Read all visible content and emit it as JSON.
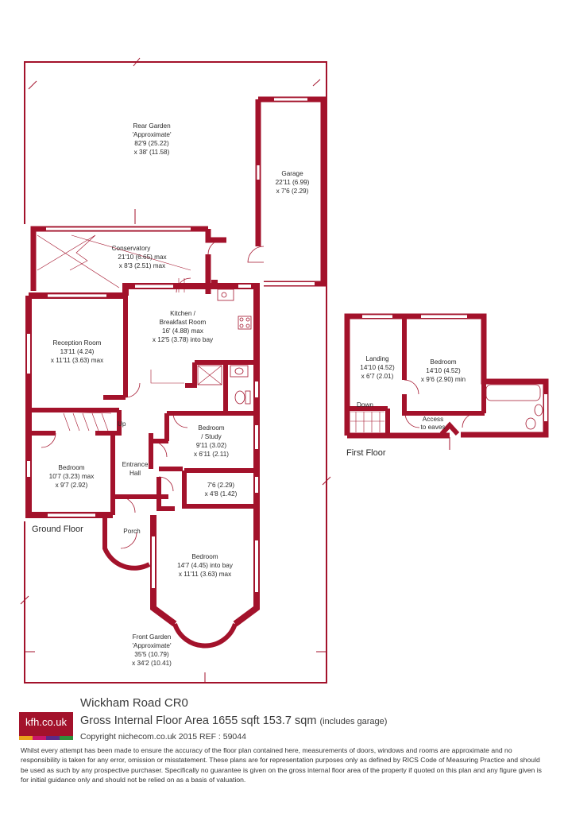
{
  "property": {
    "address": "Wickham Road CR0",
    "gia_main": "Gross Internal Floor Area 1655 sqft 153.7 sqm",
    "gia_note": "(includes garage)",
    "copyright": "Copyright nichecom.co.uk 2015 REF : 59044",
    "logo_text": "kfh.co.uk",
    "disclaimer": "Whilst every attempt has been made to ensure the accuracy of the floor plan contained here, measurements of doors, windows and rooms are approximate and no responsibility is taken for any error, omission or misstatement.  These plans are for representation purposes only as defined by RICS Code of Measuring Practice and should be used as such by any prospective purchaser.  Specifically no guarantee is given on the gross internal floor area of the property if quoted on this plan and any figure given is for initial guidance only and should not be relied on as a basis of valuation."
  },
  "colors": {
    "wall": "#a3122b",
    "logo_bars": [
      "#e9a21b",
      "#c9176a",
      "#5b2a86",
      "#2f8f3a"
    ]
  },
  "floors": {
    "ground": "Ground Floor",
    "first": "First Floor"
  },
  "rooms": {
    "rear_garden": [
      "Rear Garden",
      "'Approximate'",
      "82'9 (25.22)",
      "x 38' (11.58)"
    ],
    "garage": [
      "Garage",
      "22'11 (6.99)",
      "x 7'6 (2.29)"
    ],
    "conservatory": [
      "Conservatory",
      "21'10 (6.65) max",
      "x 8'3 (2.51) max"
    ],
    "kitchen": [
      "Kitchen /",
      "Breakfast Room",
      "16' (4.88) max",
      "x 12'5 (3.78) into bay"
    ],
    "reception": [
      "Reception Room",
      "13'11 (4.24)",
      "x 11'11 (3.63) max"
    ],
    "bedroom_study": [
      "Bedroom",
      "/ Study",
      "9'11 (3.02)",
      "x 6'11 (2.11)"
    ],
    "bedroom_left": [
      "Bedroom",
      "10'7 (3.23) max",
      "x 9'7 (2.92)"
    ],
    "entrance_hall": [
      "Entrance",
      "Hall"
    ],
    "small_room": [
      "7'6 (2.29)",
      "x 4'8 (1.42)"
    ],
    "porch": [
      "Porch"
    ],
    "bedroom_front": [
      "Bedroom",
      "14'7 (4.45) into bay",
      "x 11'11 (3.63) max"
    ],
    "front_garden": [
      "Front Garden",
      "'Approximate'",
      "35'5 (10.79)",
      "x 34'2 (10.41)"
    ],
    "landing": [
      "Landing",
      "14'10 (4.52)",
      "x 6'7 (2.01)"
    ],
    "bedroom_first": [
      "Bedroom",
      "14'10 (4.52)",
      "x 9'6 (2.90) min"
    ],
    "eaves": [
      "Access",
      "to eaves"
    ]
  },
  "stairs": {
    "up": "Up",
    "down": "Down"
  }
}
